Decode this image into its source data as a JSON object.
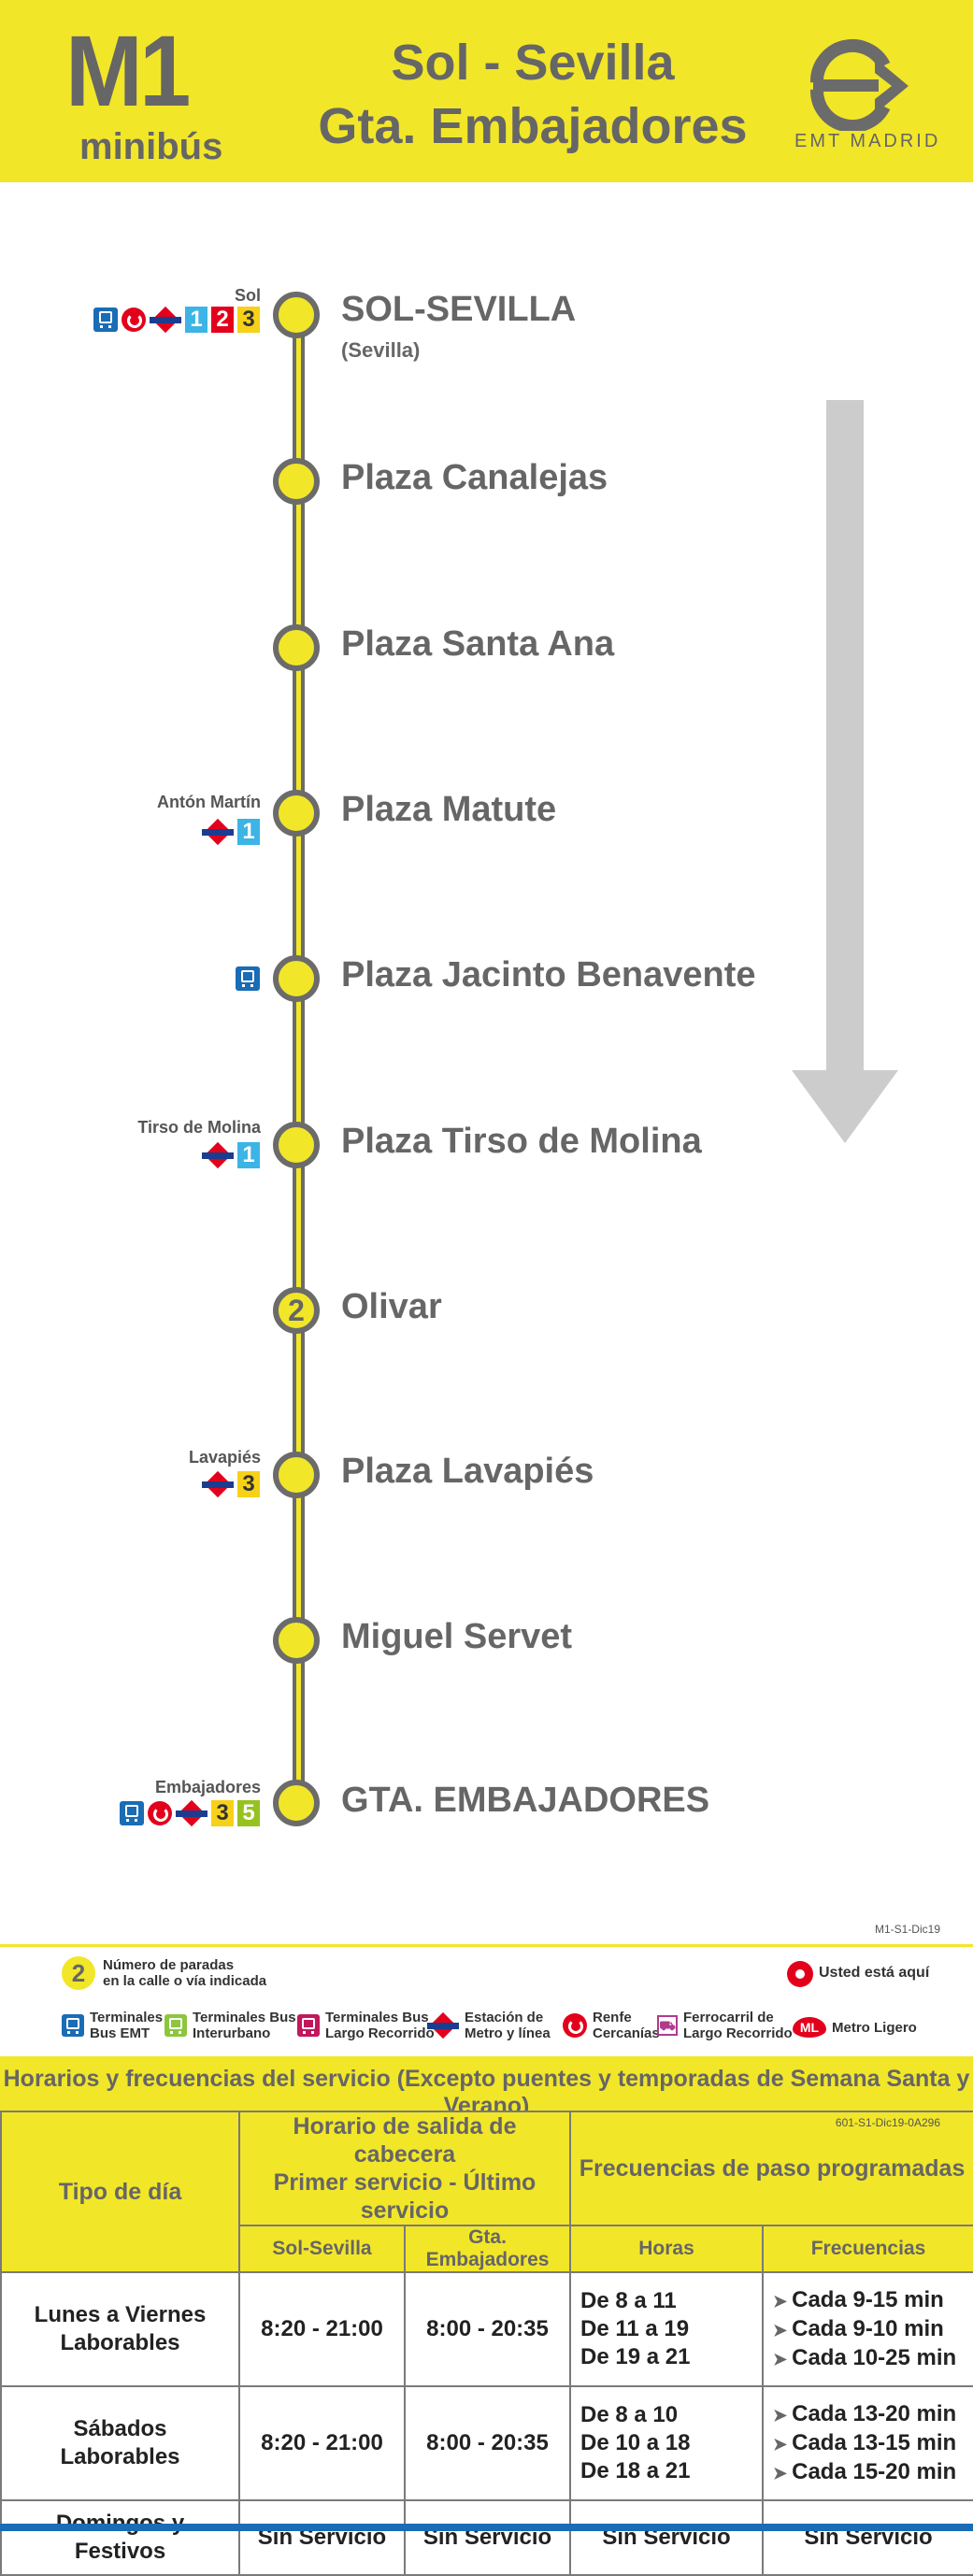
{
  "header": {
    "line_code": "M1",
    "line_type": "minibús",
    "title_line1": "Sol - Sevilla",
    "title_line2": "Gta. Embajadores",
    "operator": "EMT MADRID"
  },
  "stops": [
    {
      "name": "SOL-SEVILLA",
      "sub": "(Sevilla)",
      "connection_place": "Sol",
      "connections": [
        "bus-emt",
        "renfe-cercanias",
        "metro",
        "1",
        "2",
        "3"
      ]
    },
    {
      "name": "Plaza Canalejas"
    },
    {
      "name": "Plaza Santa Ana"
    },
    {
      "name": "Plaza Matute",
      "connection_place": "Antón Martín",
      "connections": [
        "metro",
        "1"
      ]
    },
    {
      "name": "Plaza Jacinto Benavente",
      "connections": [
        "bus-emt"
      ]
    },
    {
      "name": "Plaza Tirso de Molina",
      "connection_place": "Tirso de Molina",
      "connections": [
        "metro",
        "1"
      ]
    },
    {
      "name": "Olivar",
      "stop_count": "2"
    },
    {
      "name": "Plaza Lavapiés",
      "connection_place": "Lavapiés",
      "connections": [
        "metro",
        "3"
      ]
    },
    {
      "name": "Miguel Servet"
    },
    {
      "name": "GTA.  EMBAJADORES",
      "connection_place": "Embajadores",
      "connections": [
        "bus-emt",
        "renfe-cercanias",
        "metro",
        "3",
        "5"
      ]
    }
  ],
  "legend": {
    "code": "M1-S1-Dic19",
    "stop_count_sample": "2",
    "stop_count_text": [
      "Número de paradas",
      "en la calle o vía indicada"
    ],
    "here": "Usted está aquí",
    "items": [
      {
        "icon": "bus-emt-icon",
        "color": "#1a6cb5",
        "line1": "Terminales",
        "line2": "Bus EMT"
      },
      {
        "icon": "bus-interurbano-icon",
        "color": "#8cc63f",
        "line1": "Terminales Bus",
        "line2": "Interurbano"
      },
      {
        "icon": "bus-largo-recorrido-icon",
        "color": "#c2185b",
        "line1": "Terminales Bus",
        "line2": "Largo Recorrido"
      },
      {
        "icon": "metro-icon",
        "line1": "Estación de",
        "line2": "Metro y línea"
      },
      {
        "icon": "renfe-icon",
        "line1": "Renfe",
        "line2": "Cercanías"
      },
      {
        "icon": "ferrocarril-icon",
        "line1": "Ferrocarril de",
        "line2": "Largo Recorrido"
      },
      {
        "icon": "metro-ligero-icon",
        "line1": "Metro Ligero",
        "line2": ""
      }
    ]
  },
  "schedule": {
    "title": "Horarios y frecuencias del servicio (Excepto puentes y temporadas de Semana Santa y Verano)",
    "code": "601-S1-Dic19-0A296",
    "col_day": "Tipo de día",
    "col_departure": [
      "Horario de salida de cabecera",
      "Primer servicio - Último servicio"
    ],
    "col_freq": "Frecuencias de paso programadas",
    "sub_cols": [
      "Sol-Sevilla",
      "Gta. Embajadores",
      "Horas",
      "Frecuencias"
    ],
    "rows": [
      {
        "day": [
          "Lunes a Viernes",
          "Laborables"
        ],
        "sol": "8:20 - 21:00",
        "emb": "8:00 - 20:35",
        "hours": [
          "De 8 a 11",
          "De 11 a 19",
          "De 19 a 21"
        ],
        "freqs": [
          "Cada 9-15 min",
          "Cada 9-10 min",
          "Cada 10-25 min"
        ]
      },
      {
        "day": [
          "Sábados",
          "Laborables"
        ],
        "sol": "8:20 - 21:00",
        "emb": "8:00 - 20:35",
        "hours": [
          "De 8 a 10",
          "De 10 a 18",
          "De 18 a 21"
        ],
        "freqs": [
          "Cada 13-20 min",
          "Cada 13-15 min",
          "Cada 15-20 min"
        ]
      },
      {
        "day": [
          "Domingos y",
          "Festivos"
        ],
        "sol": "Sin Servicio",
        "emb": "Sin Servicio",
        "hours_text": "Sin Servicio",
        "freq_text": "Sin Servicio"
      }
    ]
  }
}
